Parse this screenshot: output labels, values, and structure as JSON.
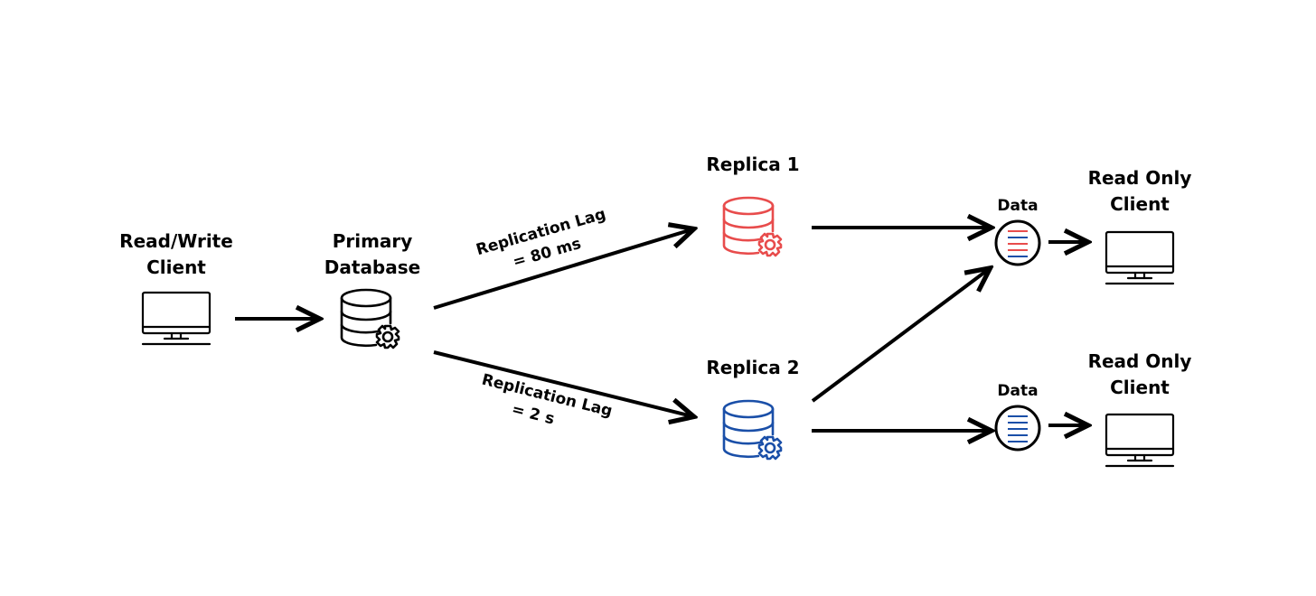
{
  "colors": {
    "ink": "#000000",
    "replica1": "#e84c4c",
    "replica2": "#1a4fa8"
  },
  "nodes": {
    "rw_client": {
      "line1": "Read/Write",
      "line2": "Client",
      "icon": "monitor-icon"
    },
    "primary": {
      "line1": "Primary",
      "line2": "Database",
      "icon": "database-gear-icon"
    },
    "replica1": {
      "label": "Replica 1",
      "icon": "database-gear-icon"
    },
    "replica2": {
      "label": "Replica 2",
      "icon": "database-gear-icon"
    },
    "data1": {
      "label": "Data",
      "icon": "data-record-icon"
    },
    "data2": {
      "label": "Data",
      "icon": "data-record-icon"
    },
    "ro_client1": {
      "line1": "Read Only",
      "line2": "Client",
      "icon": "monitor-icon"
    },
    "ro_client2": {
      "line1": "Read Only",
      "line2": "Client",
      "icon": "monitor-icon"
    }
  },
  "edges": {
    "lag1": {
      "line1": "Replication Lag",
      "line2": "= 80 ms"
    },
    "lag2": {
      "line1": "Replication Lag",
      "line2": "= 2 s"
    }
  }
}
